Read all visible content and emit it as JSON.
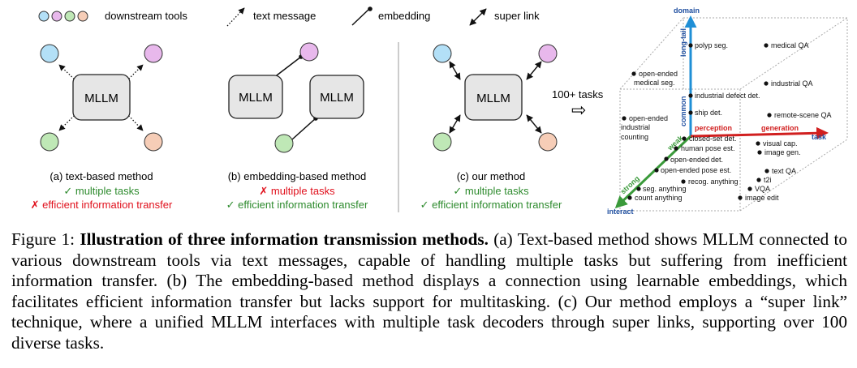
{
  "legend": {
    "downstream_tools": "downstream tools",
    "text_message": "text message",
    "embedding": "embedding",
    "super_link": "super link"
  },
  "colors": {
    "tool_blue": "#b3e0f7",
    "tool_purple": "#e8b8ec",
    "tool_green": "#bfe8b6",
    "tool_orange": "#f6cdb7",
    "mllm_fill": "#e6e6e6",
    "check_green": "#2e8b2e",
    "cross_red": "#e0101c",
    "axis_blue": "#1f8fd6",
    "axis_red": "#d11f1f",
    "axis_green": "#3a9a3a",
    "title_blue": "#1f4fa0"
  },
  "panels": {
    "a": {
      "node": "MLLM",
      "title": "(a) text-based method",
      "line1": "✓ multiple tasks",
      "line2": "✗ efficient information transfer"
    },
    "b": {
      "node1": "MLLM",
      "node2": "MLLM",
      "title": "(b) embedding-based method",
      "line1": "✗ multiple tasks",
      "line2": "✓ efficient information transfer"
    },
    "c": {
      "node": "MLLM",
      "title": "(c) our method",
      "line1": "✓ multiple tasks",
      "line2": "✓ efficient information transfer",
      "tasks_label": "100+ tasks",
      "arrow": "⇨"
    }
  },
  "cube": {
    "axis_domain": "domain",
    "axis_task": "task",
    "axis_interact": "interact",
    "long_tail": "long-tail",
    "common": "common",
    "perception": "perception",
    "generation": "generation",
    "weak": "weak",
    "strong": "strong",
    "tasks": {
      "polyp": "polyp seg.",
      "medical_qa": "medical QA",
      "open_medical_1": "open-ended",
      "open_medical_2": "medical seg.",
      "industrial_qa": "industrial QA",
      "industrial_defect": "industrial defect det.",
      "ship": "ship det.",
      "remote_qa": "remote-scene QA",
      "open_industrial_1": "open-ended",
      "open_industrial_2": "industrial",
      "open_industrial_3": "counting",
      "closed_set": "closed-set det.",
      "visual_cap": "visual cap.",
      "human_pose": "human pose est.",
      "image_gen": "image gen.",
      "open_det_1": "open-ended",
      "open_det_2": "det.",
      "open_pose": "open-ended pose est.",
      "text_qa": "text QA",
      "recog": "recog. anything",
      "t2i": "t2i",
      "seg": "seg. anything",
      "vqa": "VQA",
      "count": "count anything",
      "edit": "image edit"
    }
  },
  "caption": {
    "label": "Figure 1:",
    "title": "Illustration of three information transmission methods.",
    "body": "(a) Text-based method shows MLLM connected to various downstream tools via text messages, capable of handling multiple tasks but suffering from inefficient information transfer. (b) The embedding-based method displays a connection using learnable embeddings, which facilitates efficient information transfer but lacks support for multitasking. (c) Our method employs a “super link” technique, where a unified MLLM interfaces with multiple task decoders through super links, supporting over 100 diverse tasks."
  }
}
